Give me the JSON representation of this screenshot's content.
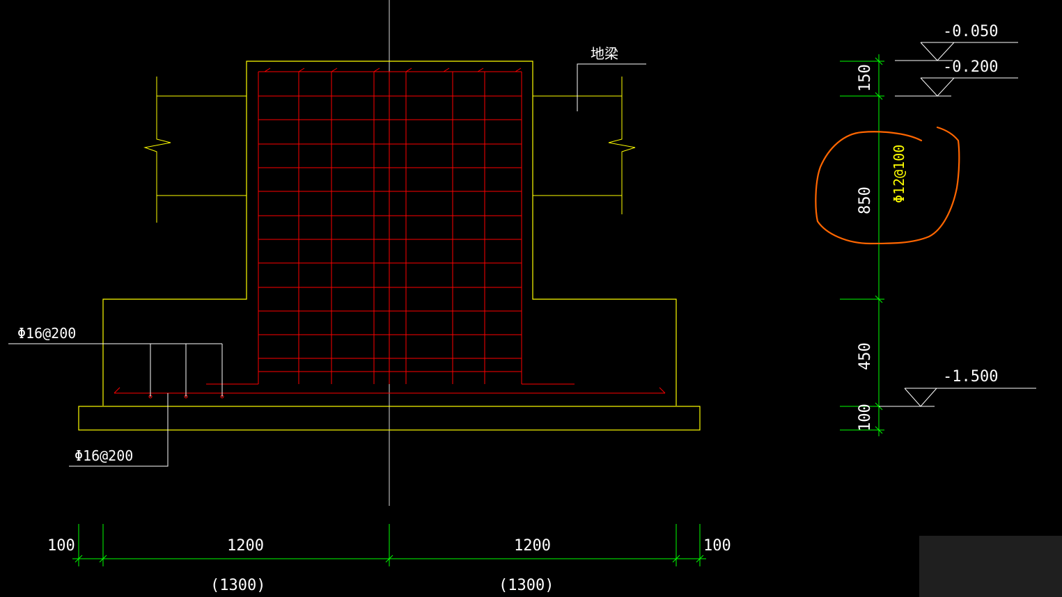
{
  "colors": {
    "background": "#000000",
    "outline": "#ffff00",
    "rebar": "#ff0000",
    "dimension": "#00ff00",
    "axis": "#ffffff",
    "text": "#ffffff",
    "markup": "#ff6600"
  },
  "labels": {
    "ground_beam": "地梁",
    "rebar_callout_top": "Φ16@200",
    "rebar_callout_bottom": "Φ16@200",
    "side_rebar": "Φ12@100"
  },
  "bottom_dimensions": {
    "d_left_edge": "100",
    "d_left": "1200",
    "d_right": "1200",
    "d_right_edge": "100",
    "d_left_total": "(1300)",
    "d_right_total": "(1300)"
  },
  "vertical_dimensions": {
    "d150": "150",
    "d850": "850",
    "d450": "450",
    "d100": "100"
  },
  "elevations": {
    "e1": "-0.050",
    "e2": "-0.200",
    "e3": "-1.500"
  }
}
